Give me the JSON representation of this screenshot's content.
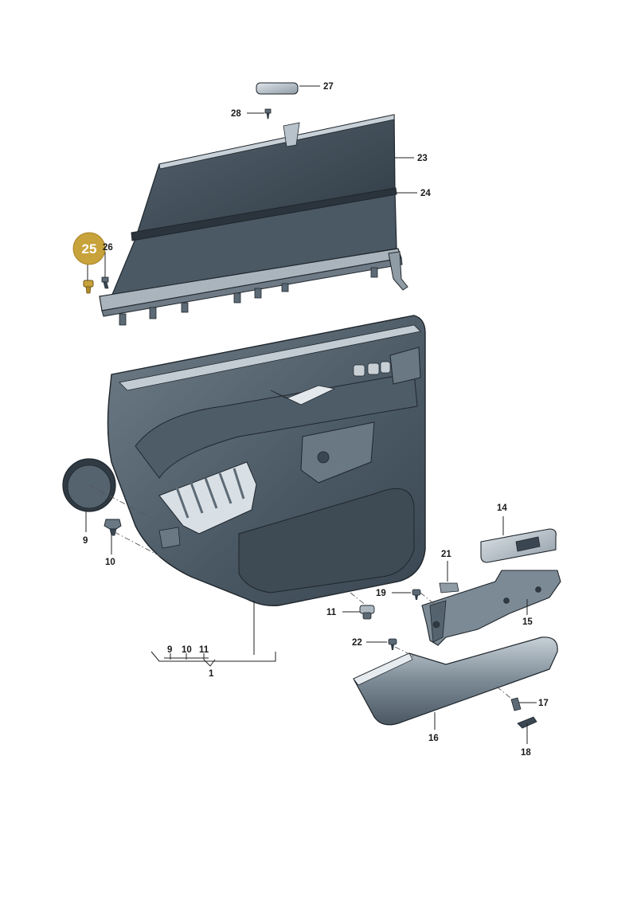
{
  "diagram": {
    "highlighted_part": "25",
    "colors": {
      "highlight": "#c8a23a",
      "part_dark": "#3a4752",
      "part_mid": "#5c6a76",
      "part_light": "#aeb8c0",
      "outline": "#1f262c"
    },
    "callouts": {
      "c1": "1",
      "c9": "9",
      "c10": "10",
      "c11": "11",
      "c14": "14",
      "c15": "15",
      "c16": "16",
      "c17": "17",
      "c18": "18",
      "c19": "19",
      "c21": "21",
      "c22": "22",
      "c23": "23",
      "c24": "24",
      "c25": "25",
      "c26": "26",
      "c27": "27",
      "c28": "28",
      "grp9": "9",
      "grp10": "10",
      "grp11": "11"
    }
  }
}
